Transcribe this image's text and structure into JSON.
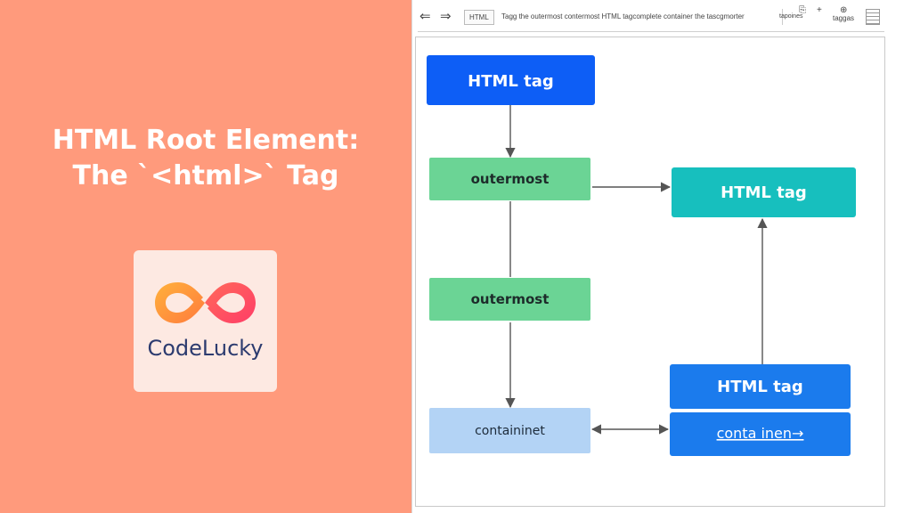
{
  "slide": {
    "title_line1": "HTML Root Element:",
    "title_line2": "The `<html>` Tag",
    "logo_text": "CodeLucky"
  },
  "toolbar": {
    "back_icon": "arrow-left-icon",
    "forward_icon": "arrow-right-icon",
    "tab_label": "HTML",
    "address_text": "Tagg the outermost contermost HTML tagcomplete container the tascgmorter",
    "extra_text": "tapoines",
    "tag_text": "taggas",
    "controls": [
      "add-icon",
      "globe-icon",
      "menu-icon"
    ]
  },
  "diagram": {
    "colors": {
      "blue_dark": "#0d5ef6",
      "green": "#6bd495",
      "teal": "#17bfbe",
      "blue": "#1b7bed",
      "light_blue": "#b3d3f5",
      "arrow": "#555555"
    },
    "nodes": {
      "top_html_tag": "HTML tag",
      "outermost_1": "outermost",
      "outermost_2": "outermost",
      "container_left": "containinet",
      "right_html_tag_top": "HTML tag",
      "right_html_tag_bottom": "HTML tag",
      "container_right": "conta inen→"
    }
  }
}
